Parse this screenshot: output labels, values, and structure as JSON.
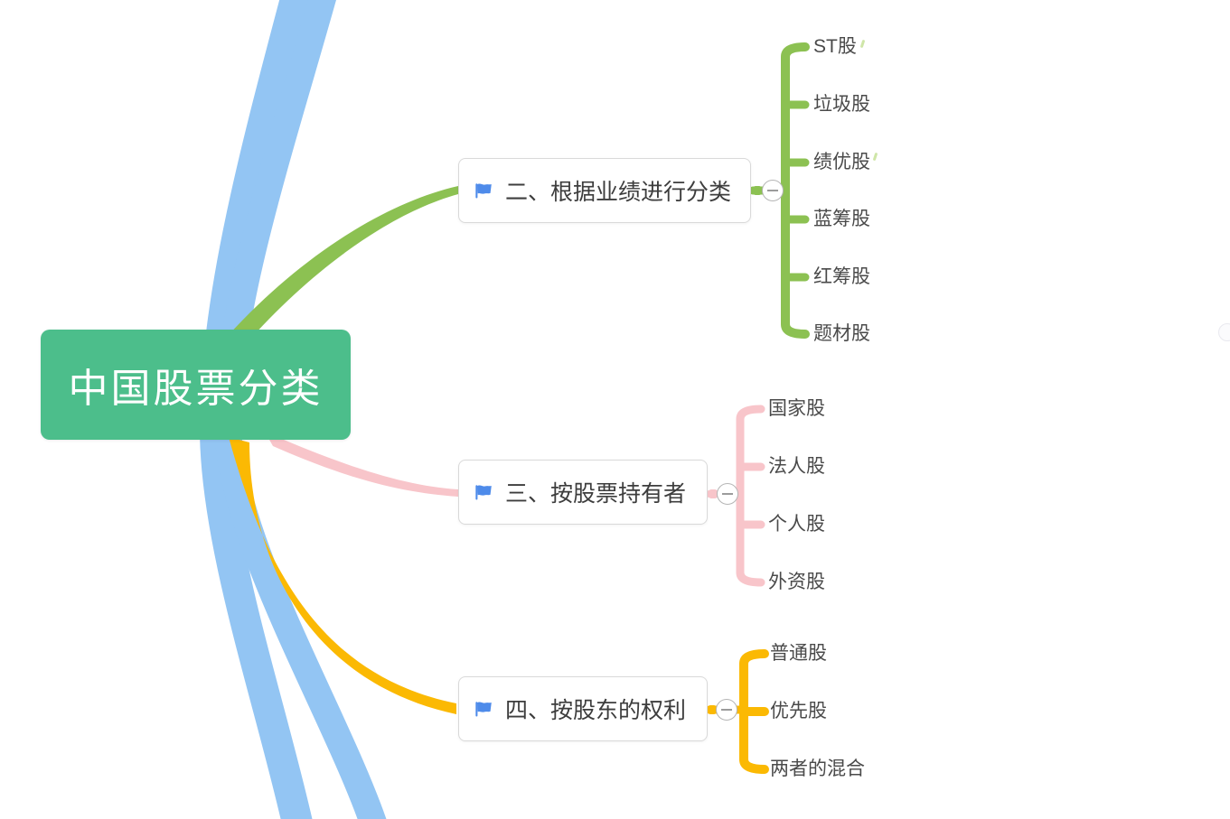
{
  "root": {
    "label": "中国股票分类"
  },
  "branches": [
    {
      "label": "二、根据业绩进行分类",
      "children": [
        "ST股",
        "垃圾股",
        "绩优股",
        "蓝筹股",
        "红筹股",
        "题材股"
      ]
    },
    {
      "label": "三、按股票持有者",
      "children": [
        "国家股",
        "法人股",
        "个人股",
        "外资股"
      ]
    },
    {
      "label": "四、按股东的权利",
      "children": [
        "普通股",
        "优先股",
        "两者的混合"
      ]
    }
  ],
  "colors": {
    "root-bg": "#4CBE8B",
    "root-text": "#FFFFFF",
    "branch-green": "#8CC152",
    "branch-pink": "#F8C5CA",
    "branch-yellow": "#FBB903",
    "ribbon-blue": "#93C5F3",
    "node-border": "#D9D9D9",
    "node-text": "#3D3D3D",
    "child-text": "#4A4A4A",
    "flag-blue": "#4E8BEA",
    "collapse-border": "#B5B5B5",
    "collapse-minus": "#9B9B9B"
  }
}
